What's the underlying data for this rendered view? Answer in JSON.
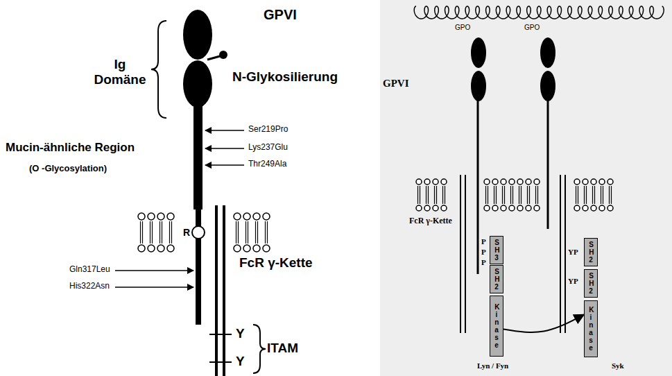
{
  "diagram": {
    "nodes": [
      {
        "text": [
          "R"
        ]
      },
      {
        "text": [
          "SH3"
        ]
      },
      {
        "text": [
          "SH2"
        ]
      },
      {
        "text": [
          "Kinase"
        ]
      },
      {
        "text": [
          "SH2"
        ]
      },
      {
        "text": [
          "SH2"
        ]
      },
      {
        "text": [
          "Kinase"
        ]
      }
    ],
    "edges": [
      {
        "from": 3,
        "to": 6,
        "arrow": "to"
      }
    ],
    "labels": [
      "GPVI",
      "Ig Domäne",
      "N-Glykosilierung",
      "Mucin-ähnliche Region",
      "(O -Glycosylation)",
      "Ser219Pro",
      "Lys237Glu",
      "Thr249Ala",
      "FcR γ-Kette",
      "Gln317Leu",
      "His322Asn",
      "Y",
      "Y",
      "ITAM",
      "GPO",
      "GPO",
      "GPVI",
      "FcR γ-Kette",
      "P",
      "P",
      "P",
      "YP",
      "YP",
      "Lyn / Fyn",
      "Syk"
    ]
  }
}
